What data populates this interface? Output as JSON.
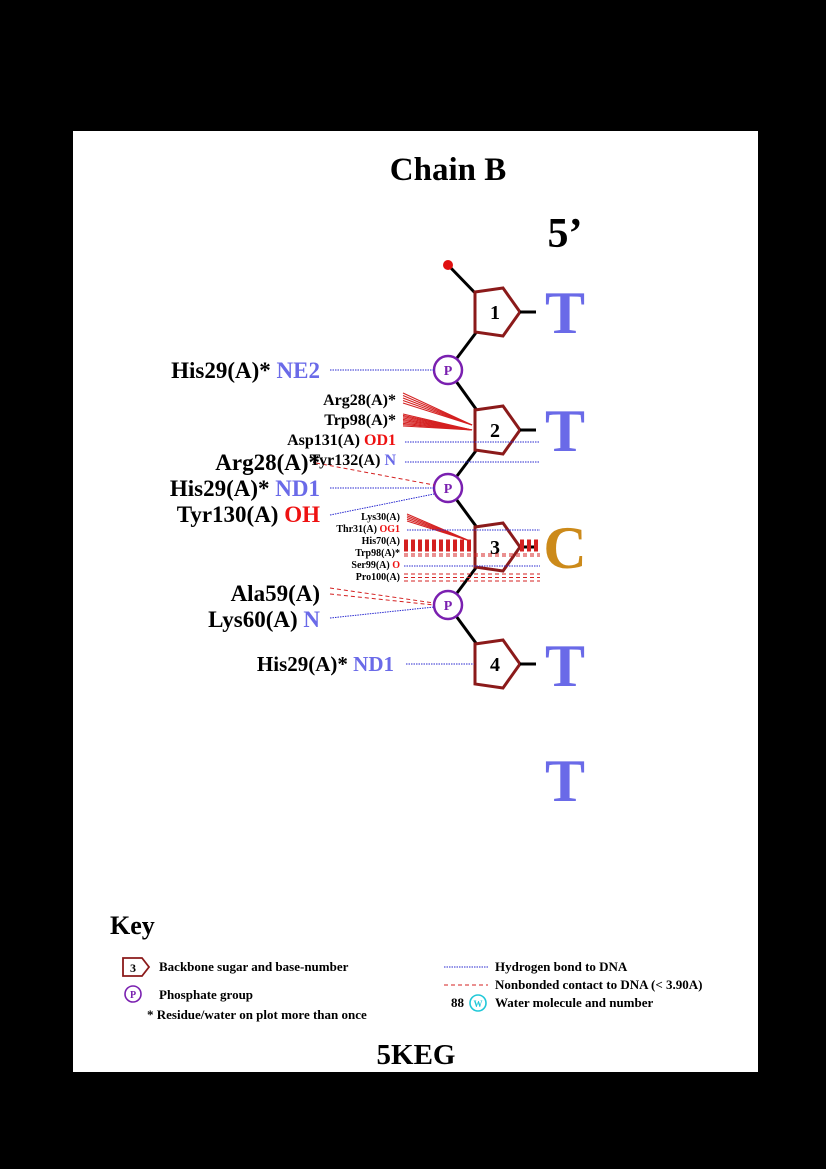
{
  "title": "Chain B",
  "end_label": "5’",
  "pdb_id": "5KEG",
  "colors": {
    "sugar": "#8b1a1a",
    "phosphate": "#7a20b0",
    "hbond": "#2a2ad0",
    "nonbonded": "#d42020",
    "atom_blue": "#6a6ae8",
    "atom_red": "#ee1111",
    "base_T": "#6a6ae8",
    "base_C": "#cc8a1a",
    "water": "#20c8d8"
  },
  "sugars": [
    {
      "number": "1",
      "base": "T"
    },
    {
      "number": "2",
      "base": "T"
    },
    {
      "number": "3",
      "base": "C"
    },
    {
      "number": "4",
      "base": "T"
    },
    {
      "number": "",
      "base": "T"
    }
  ],
  "phosphate_label": "P",
  "interactions": [
    {
      "residue": "His29(A)*",
      "atom": "NE2",
      "atom_color": "blue",
      "type": "hbond",
      "target": "P1"
    },
    {
      "residue": "Arg28(A)*",
      "atom": "",
      "atom_color": "",
      "type": "nonbonded",
      "target": "S2"
    },
    {
      "residue": "Trp98(A)*",
      "atom": "",
      "atom_color": "",
      "type": "nonbonded",
      "target": "S2"
    },
    {
      "residue": "Asp131(A)",
      "atom": "OD1",
      "atom_color": "red",
      "type": "hbond",
      "target": "B2"
    },
    {
      "residue": "Tyr132(A)",
      "atom": "N",
      "atom_color": "blue",
      "type": "hbond",
      "target": "B2"
    },
    {
      "residue": "Arg28(A)*",
      "atom": "",
      "atom_color": "",
      "type": "nonbonded",
      "target": "P2"
    },
    {
      "residue": "His29(A)*",
      "atom": "ND1",
      "atom_color": "blue",
      "type": "hbond",
      "target": "P2"
    },
    {
      "residue": "Tyr130(A)",
      "atom": "OH",
      "atom_color": "red",
      "type": "hbond",
      "target": "P2"
    },
    {
      "residue": "Lys30(A)",
      "atom": "",
      "atom_color": "",
      "type": "nonbonded",
      "target": "S3"
    },
    {
      "residue": "Thr31(A)",
      "atom": "OG1",
      "atom_color": "red",
      "type": "hbond",
      "target": "B3"
    },
    {
      "residue": "His70(A)",
      "atom": "",
      "atom_color": "",
      "type": "nonbonded",
      "target": "B3"
    },
    {
      "residue": "Trp98(A)*",
      "atom": "",
      "atom_color": "",
      "type": "nonbonded",
      "target": "B3"
    },
    {
      "residue": "Ser99(A)",
      "atom": "O",
      "atom_color": "red",
      "type": "hbond",
      "target": "B3"
    },
    {
      "residue": "Pro100(A)",
      "atom": "",
      "atom_color": "",
      "type": "nonbonded",
      "target": "B3"
    },
    {
      "residue": "Ala59(A)",
      "atom": "",
      "atom_color": "",
      "type": "nonbonded",
      "target": "P3"
    },
    {
      "residue": "Lys60(A)",
      "atom": "N",
      "atom_color": "blue",
      "type": "hbond",
      "target": "P3"
    },
    {
      "residue": "His29(A)*",
      "atom": "ND1",
      "atom_color": "blue",
      "type": "hbond",
      "target": "S4"
    }
  ],
  "key": {
    "title": "Key",
    "sugar_example": "3",
    "sugar_text": "Backbone sugar and base-number",
    "phosphate_example": "P",
    "phosphate_text": "Phosphate group",
    "multiple_text": "* Residue/water on plot more than once",
    "hbond_text": "Hydrogen bond to DNA",
    "nonbonded_text": "Nonbonded contact to DNA (< 3.90A)",
    "water_number": "88",
    "water_symbol": "W",
    "water_text": "Water molecule and number"
  }
}
